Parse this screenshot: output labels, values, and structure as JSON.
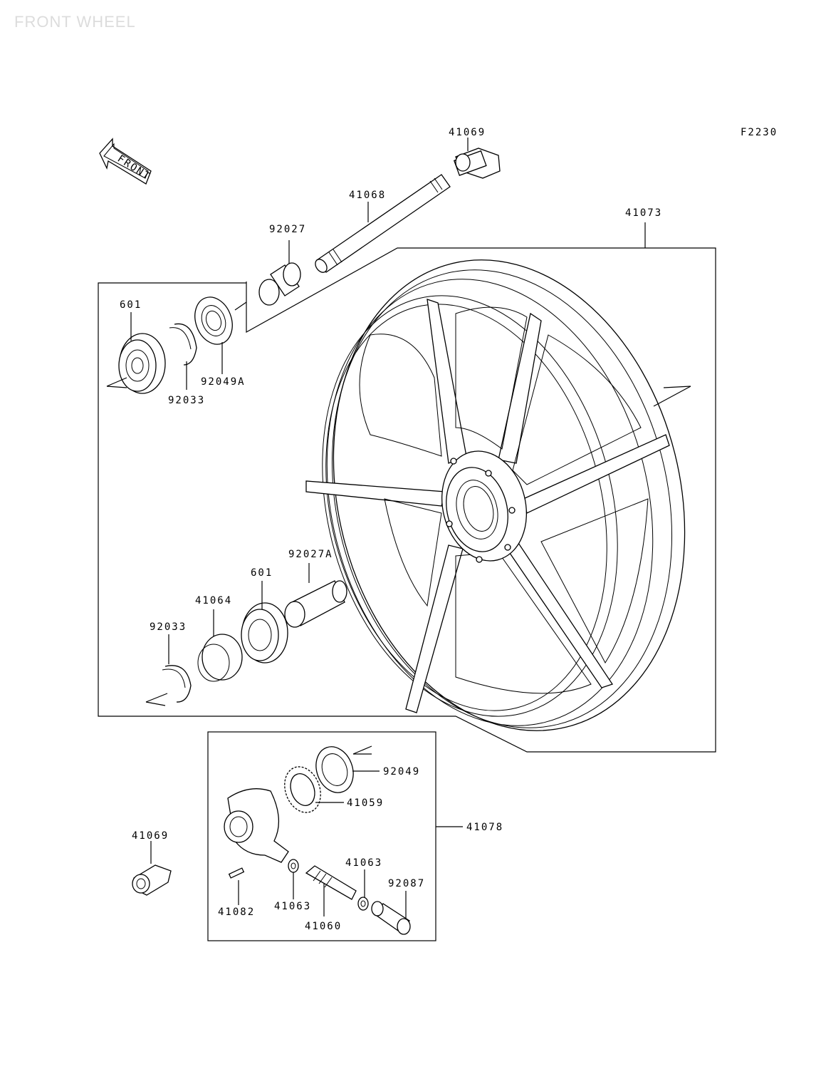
{
  "title": "FRONT WHEEL",
  "figure_code": "F2230",
  "front_arrow_label": "FRONT",
  "labels": {
    "axle_collar_right": "41069",
    "axle": "41068",
    "wheel": "41073",
    "collar": "92027",
    "bearing_left": "601",
    "seal_left": "92049A",
    "circlip_left": "92033",
    "spacer": "92027A",
    "bearing_right": "601",
    "coupling": "41064",
    "circlip_right": "92033",
    "seal_gear": "92049",
    "gear": "41059",
    "gear_housing_assy": "41078",
    "axle_nut": "41069",
    "washer_a": "41063",
    "bushing": "92087",
    "pin": "41082",
    "washer_b": "41063",
    "pinion": "41060"
  }
}
